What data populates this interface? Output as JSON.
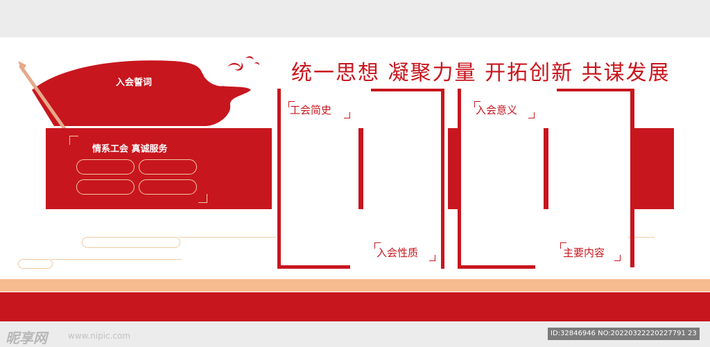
{
  "slogan": "统一思想  凝聚力量  开拓创新  共谋发展",
  "flag_title": "入会誓词",
  "banner_title": "情系工会 真诚服务",
  "panels": {
    "history": "工会简史",
    "nature": "入会性质",
    "meaning": "入会意义",
    "content": "主要内容"
  },
  "watermark": {
    "logo": "昵享网",
    "site": "www.nipic.com",
    "id_text": "ID:32846946 NO:20220322220227791 23"
  },
  "colors": {
    "primary_red": "#c8161e",
    "accent_peach": "#f7bb90",
    "line_peach": "#f1c9a0"
  }
}
